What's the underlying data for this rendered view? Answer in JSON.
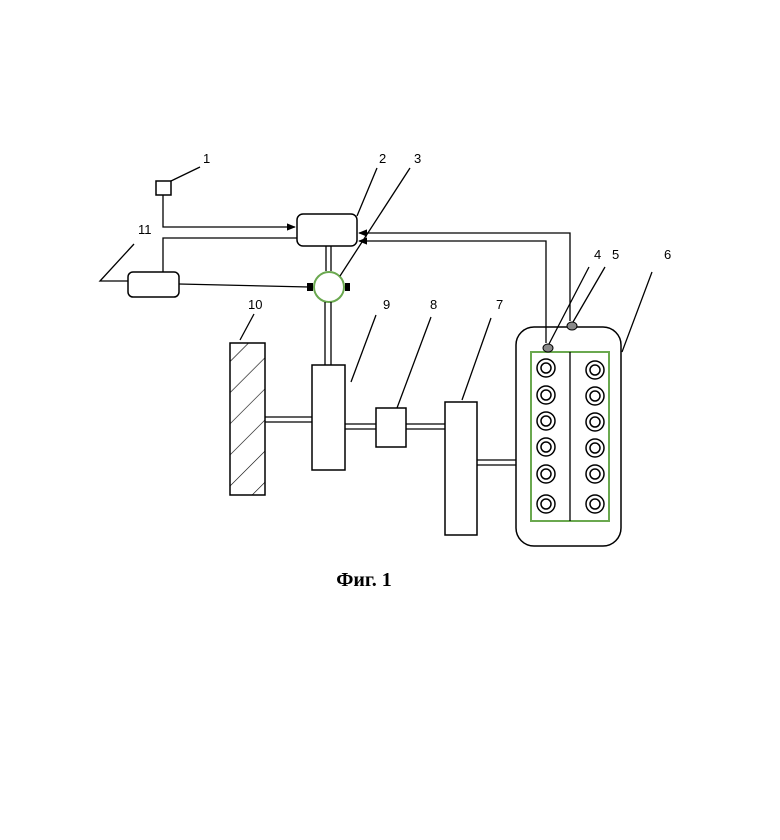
{
  "labels": {
    "l1": "1",
    "l2": "2",
    "l3": "3",
    "l4": "4",
    "l5": "5",
    "l6": "6",
    "l7": "7",
    "l8": "8",
    "l9": "9",
    "l10": "10",
    "l11": "11"
  },
  "caption": "Фиг. 1",
  "colors": {
    "line": "#000000",
    "highlight_green": "#6aa84f",
    "sensor_fill": "#8a8a8a"
  }
}
